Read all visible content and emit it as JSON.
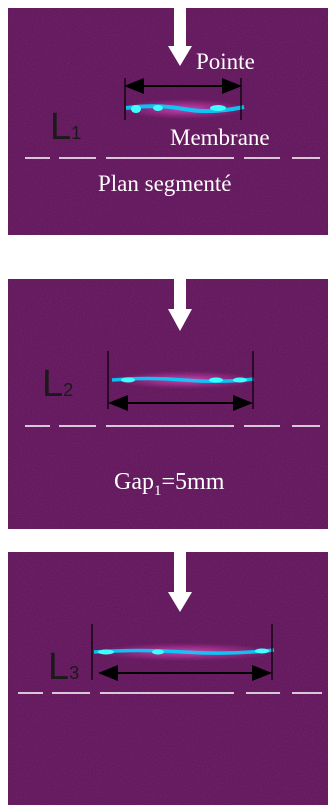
{
  "panels": [
    {
      "length_label": "L",
      "length_subscript": "1",
      "texts": [
        "Pointe",
        "Membrane",
        "Plan segmenté"
      ]
    },
    {
      "length_label": "L",
      "length_subscript": "2",
      "texts": [
        "Gap",
        "1",
        "=5mm"
      ]
    },
    {
      "length_label": "L",
      "length_subscript": "3",
      "texts": []
    }
  ],
  "colors": {
    "background": "#5a1454",
    "discharge_core": "#00d4ff",
    "discharge_glow": "#ff40d0",
    "line": "#ffffff",
    "arrow": "#000000"
  }
}
